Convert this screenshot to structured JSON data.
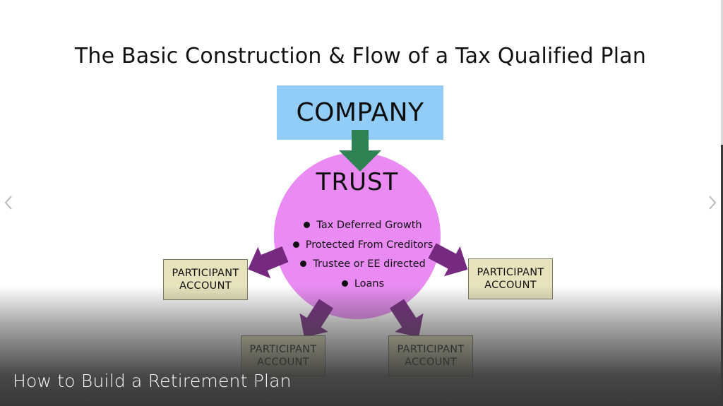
{
  "slide": {
    "title": "The Basic Construction & Flow of a Tax Qualified Plan",
    "company_label": "COMPANY",
    "trust_label": "TRUST",
    "trust_features": [
      "Tax Deferred Growth",
      "Protected From Creditors",
      "Trustee or EE directed",
      "Loans"
    ],
    "accounts": [
      {
        "line1": "PARTICIPANT",
        "line2": "ACCOUNT"
      },
      {
        "line1": "PARTICIPANT",
        "line2": "ACCOUNT"
      },
      {
        "line1": "PARTICIPANT",
        "line2": "ACCOUNT"
      },
      {
        "line1": "PARTICIPANT",
        "line2": "ACCOUNT"
      }
    ]
  },
  "player": {
    "caption": "How to Build a Retirement Plan",
    "prev_icon": "chevron-left-icon",
    "next_icon": "chevron-right-icon"
  },
  "colors": {
    "company_fill": "#92cdf7",
    "trust_fill": "#e98bf3",
    "account_fill": "#e6e3bd",
    "flow_arrow_green": "#2f8253",
    "flow_arrow_purple": "#75297f"
  }
}
